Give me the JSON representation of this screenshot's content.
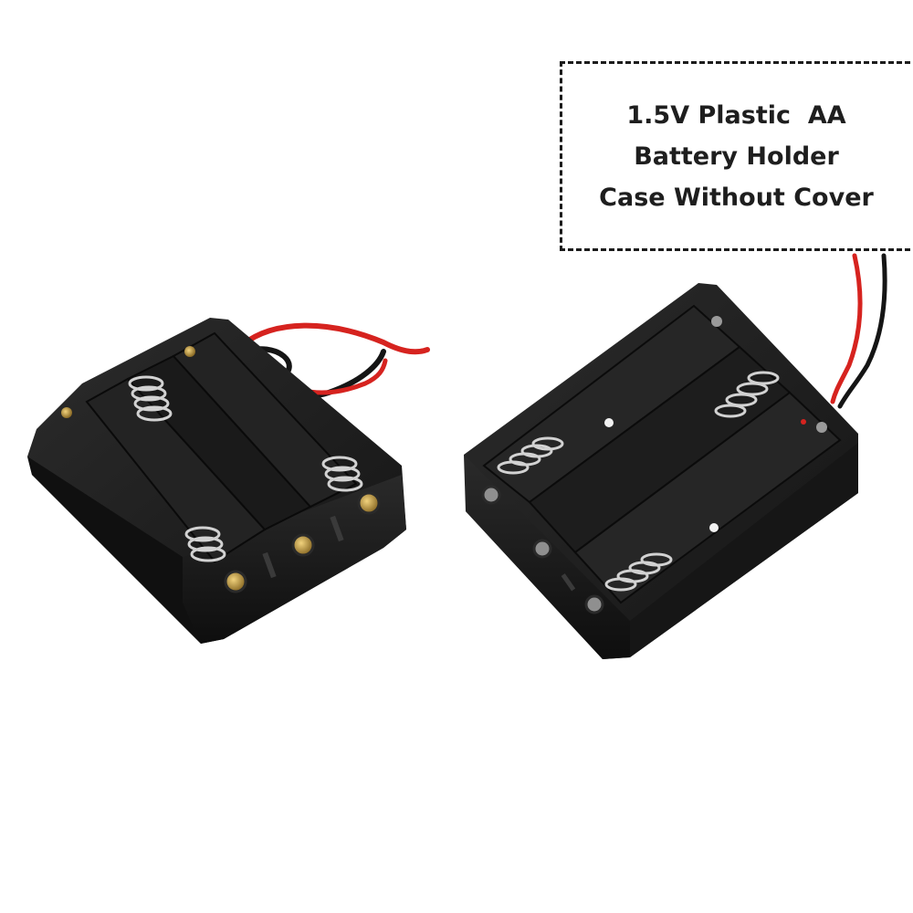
{
  "caption": {
    "lines": [
      "1.5V Plastic  AA",
      "Battery Holder",
      "Case Without Cover"
    ]
  },
  "product_photos": [
    {
      "name": "battery-holder-3-cell-left",
      "view": "angled front, springs and button contacts visible"
    },
    {
      "name": "battery-holder-3-cell-right",
      "view": "angled back, springs visible"
    }
  ],
  "colors": {
    "background": "#ffffff",
    "plastic": "#1c1c1c",
    "wire_red": "#d6231f",
    "wire_black": "#151515",
    "contact_brass": "#c9a24a",
    "spring_metal": "#cfcfcf",
    "caption_text": "#1e1e1e"
  }
}
